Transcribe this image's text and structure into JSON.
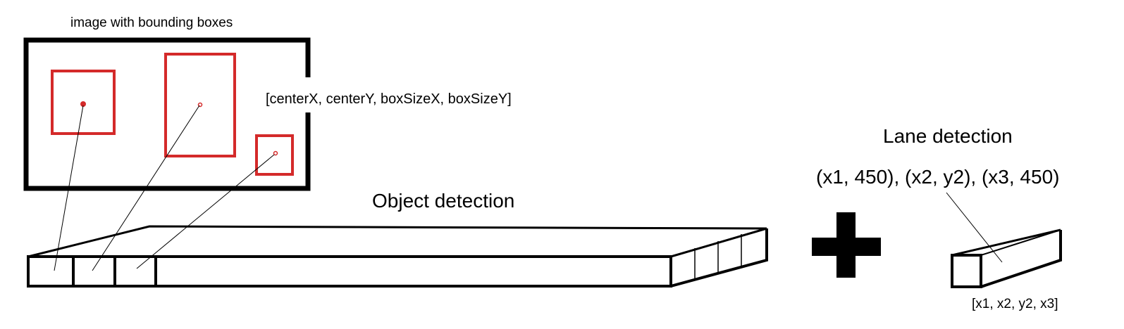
{
  "labels": {
    "image_caption": "image with bounding boxes",
    "bbox_format": "[centerX, centerY, boxSizeX, boxSizeY]",
    "object_detection": "Object detection",
    "lane_detection": "Lane detection",
    "lane_points": "(x1, 450), (x2, y2), (x3, 450)",
    "lane_vector": "[x1, x2, y2, x3]"
  },
  "colors": {
    "stroke": "#000000",
    "box": "#d42a2a",
    "background": "#ffffff"
  },
  "icons": {
    "combine": "plus-icon"
  }
}
